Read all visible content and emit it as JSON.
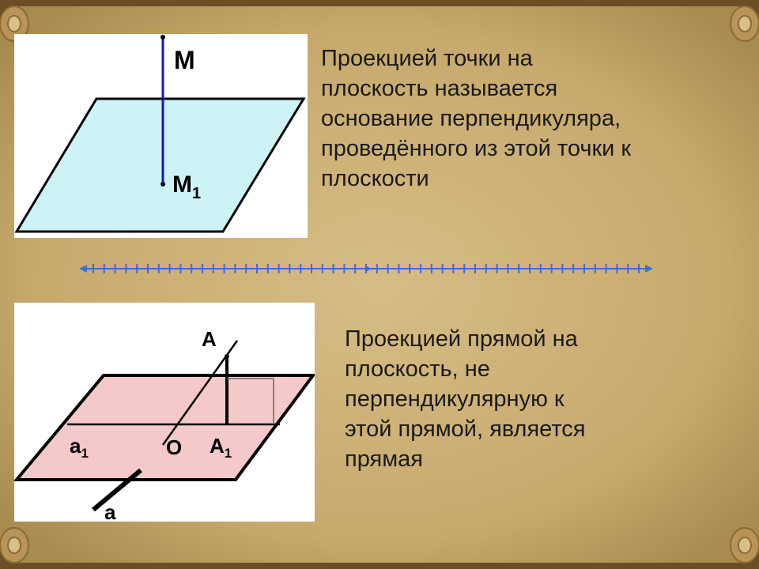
{
  "definitions": {
    "point_projection": "Проекцией точки на\nплоскость называется\nоснование перпендикуляра,\nпроведённого из этой точки к\nплоскости",
    "line_projection": "Проекцией прямой на\nплоскость, не\nперпендикулярную к\nэтой прямой, является\nпрямая"
  },
  "figure_point": {
    "point_label": "M",
    "foot_label": "M",
    "foot_subscript": "1",
    "plane_color": "#cdf3f6",
    "line_color": "#1a1ab0"
  },
  "figure_line": {
    "point_label": "A",
    "foot_label": "A",
    "foot_subscript": "1",
    "projection_label": "a",
    "projection_subscript": "1",
    "origin_label": "O",
    "line_label": "a",
    "plane_color": "#f5c9c9"
  },
  "colors": {
    "background": "#c9ad72",
    "divider": "#3a6fd8"
  }
}
